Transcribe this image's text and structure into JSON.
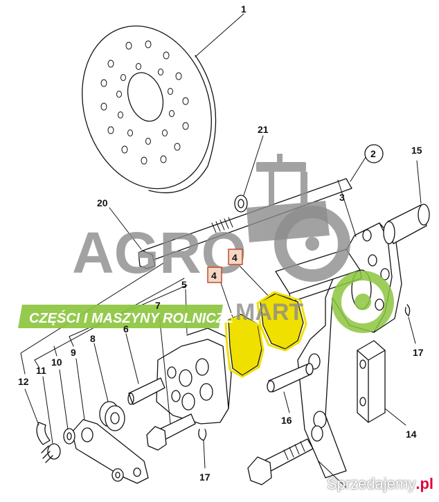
{
  "callouts": {
    "c1": "1",
    "c2": "2",
    "c3": "3",
    "c4a": "4",
    "c4b": "4",
    "c5": "5",
    "c6": "6",
    "c7": "7",
    "c8": "8",
    "c9": "9",
    "c10": "10",
    "c11": "11",
    "c12": "12",
    "c14": "14",
    "c15": "15",
    "c16": "16",
    "c17a": "17",
    "c17b": "17",
    "c20": "20",
    "c21": "21"
  },
  "watermark": {
    "agro": "AGRO",
    "mart": "MART",
    "banner": "CZĘŚCI I MASZYNY ROLNICZE",
    "brand_green": "#8cc63f",
    "brand_grey": "#8c8c8c"
  },
  "corner": {
    "name": "Sprzedajemy",
    "suffix": ".pl"
  },
  "highlight_color": "#f0e000"
}
